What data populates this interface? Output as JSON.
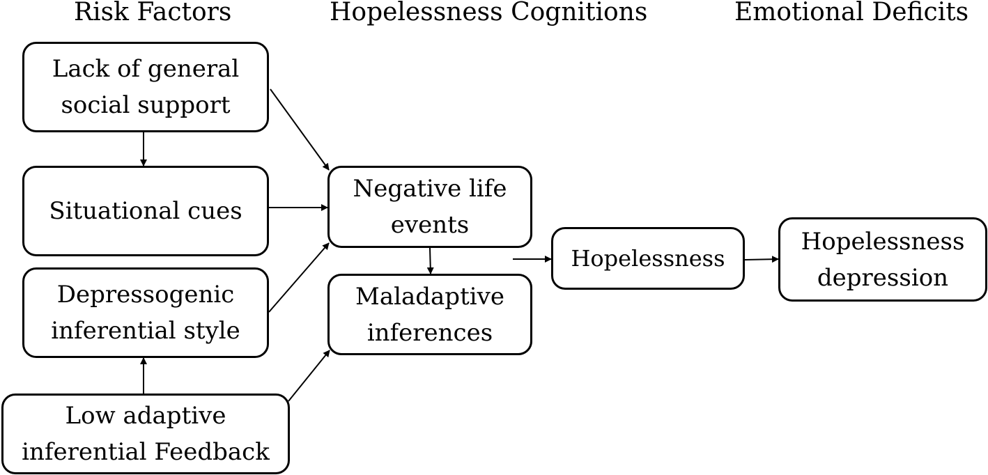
{
  "headers": {
    "risk_factors": "Risk Factors",
    "hopelessness_cognitions": "Hopelessness Cognitions",
    "emotional_deficits": "Emotional Deficits"
  },
  "nodes": {
    "lack_support": "Lack of general\nsocial support",
    "situational_cues": "Situational cues",
    "depressogenic_style": "Depressogenic\ninferential style",
    "low_feedback": "Low adaptive\ninferential Feedback",
    "negative_events": "Negative life\nevents",
    "maladaptive_inferences": "Maladaptive\ninferences",
    "hopelessness": "Hopelessness",
    "hopelessness_depression": "Hopelessness\ndepression"
  }
}
